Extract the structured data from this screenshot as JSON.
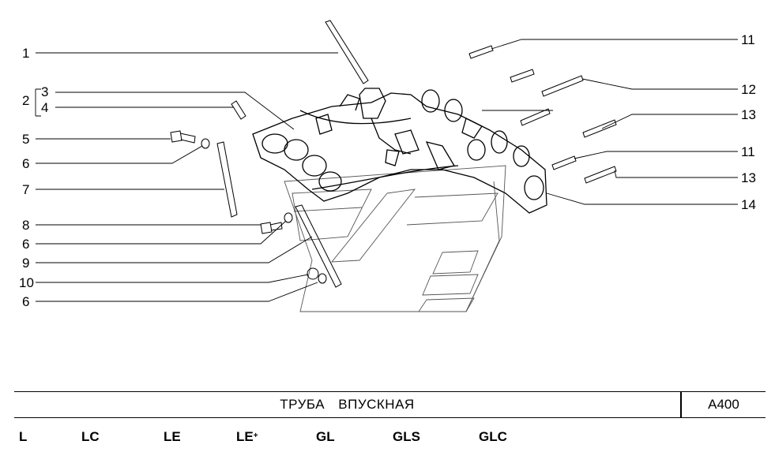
{
  "diagram": {
    "callouts": [
      {
        "id": "c1",
        "label": "1"
      },
      {
        "id": "c2",
        "label": "2"
      },
      {
        "id": "c3",
        "label": "3"
      },
      {
        "id": "c4",
        "label": "4"
      },
      {
        "id": "c5",
        "label": "5"
      },
      {
        "id": "c6a",
        "label": "6"
      },
      {
        "id": "c7",
        "label": "7"
      },
      {
        "id": "c8",
        "label": "8"
      },
      {
        "id": "c6b",
        "label": "6"
      },
      {
        "id": "c9",
        "label": "9"
      },
      {
        "id": "c10",
        "label": "10"
      },
      {
        "id": "c6c",
        "label": "6"
      },
      {
        "id": "c11a",
        "label": "11"
      },
      {
        "id": "c12",
        "label": "12"
      },
      {
        "id": "c13a",
        "label": "13"
      },
      {
        "id": "c11b",
        "label": "11"
      },
      {
        "id": "c13b",
        "label": "13"
      },
      {
        "id": "c14",
        "label": "14"
      }
    ]
  },
  "title_block": {
    "title": "ТРУБА   ВПУСКНАЯ",
    "code": "A400"
  },
  "variants": [
    {
      "label": "L",
      "suffix": ""
    },
    {
      "label": "LC",
      "suffix": ""
    },
    {
      "label": "LE",
      "suffix": ""
    },
    {
      "label": "LE",
      "suffix": "+"
    },
    {
      "label": "GL",
      "suffix": ""
    },
    {
      "label": "GLS",
      "suffix": ""
    },
    {
      "label": "GLC",
      "suffix": ""
    }
  ]
}
